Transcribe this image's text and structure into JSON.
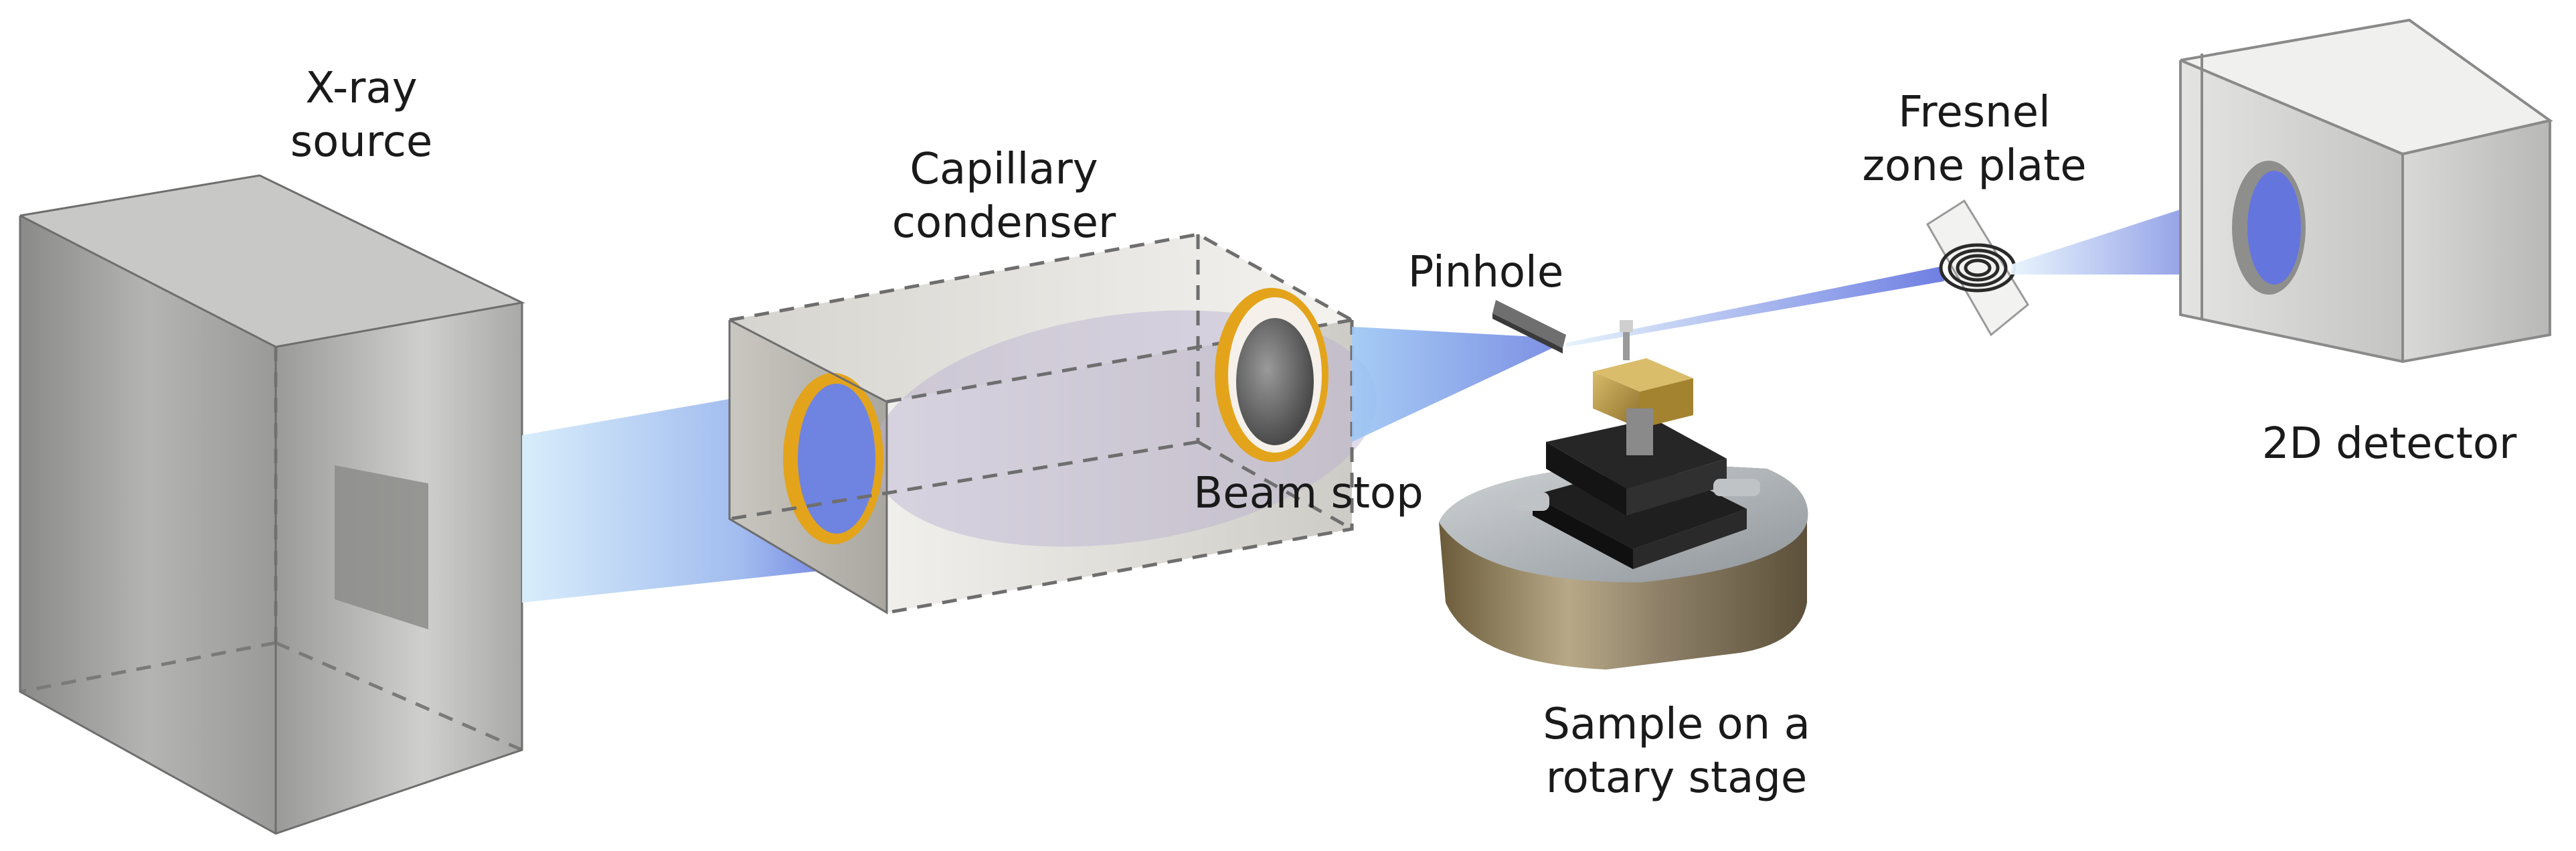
{
  "labels": {
    "xray_source": [
      "X-ray",
      "source"
    ],
    "capillary_condenser": [
      "Capillary",
      "condenser"
    ],
    "pinhole": "Pinhole",
    "fresnel_zone_plate": [
      "Fresnel",
      "zone plate"
    ],
    "detector": "2D detector",
    "beam_stop": "Beam stop",
    "sample_stage": [
      "Sample on a",
      "rotary stage"
    ]
  },
  "colors": {
    "box_dark": "#8c8c8c",
    "box_light": "#d9d9d9",
    "beam_blue": "#6f84e0",
    "beam_light": "#cfe6fb",
    "gold_ring": "#e3a41c",
    "stage_brass": "#b8953e"
  }
}
